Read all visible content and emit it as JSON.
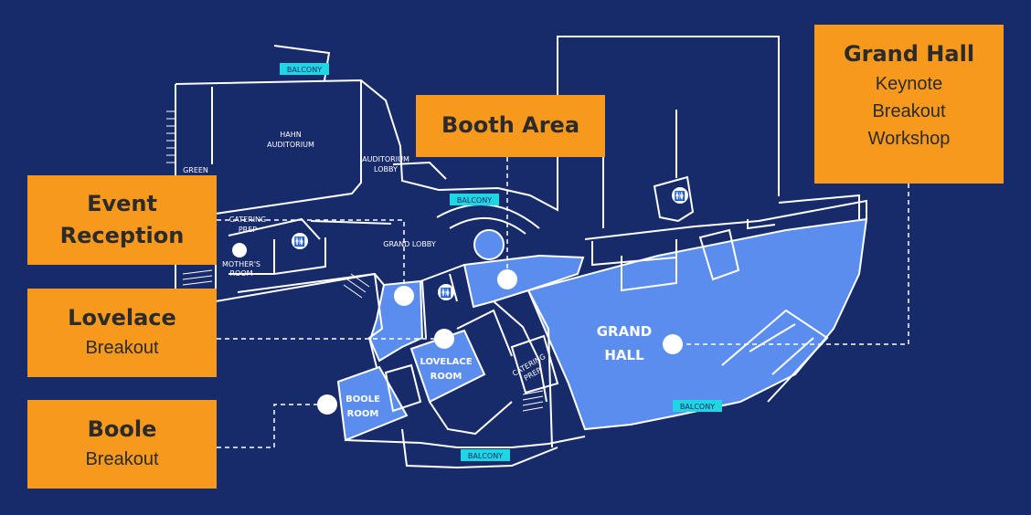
{
  "callouts": {
    "event_reception": {
      "title_line1": "Event",
      "title_line2": "Reception"
    },
    "lovelace": {
      "title": "Lovelace",
      "subtitle": "Breakout"
    },
    "boole": {
      "title": "Boole",
      "subtitle": "Breakout"
    },
    "booth_area": {
      "title": "Booth Area"
    },
    "grand_hall": {
      "title": "Grand Hall",
      "items": [
        "Keynote",
        "Breakout",
        "Workshop"
      ]
    }
  },
  "map_labels": {
    "hahn_1": "HAHN",
    "hahn_2": "AUDITORIUM",
    "green": "GREEN",
    "auditorium_lobby_1": "AUDITORIUM",
    "auditorium_lobby_2": "LOBBY",
    "catering_prep_1": "CATERING",
    "catering_prep_2": "PREP",
    "mothers_1": "MOTHER'S",
    "mothers_2": "ROOM",
    "grand_lobby": "GRAND LOBBY",
    "grand_hall_1": "GRAND",
    "grand_hall_2": "HALL",
    "lovelace_1": "LOVELACE",
    "lovelace_2": "ROOM",
    "boole_1": "BOOLE",
    "boole_2": "ROOM",
    "catering_2_1": "CATERING",
    "catering_2_2": "PREP"
  },
  "balconies": [
    "BALCONY",
    "BALCONY",
    "BALCONY",
    "BALCONY"
  ],
  "colors": {
    "background": "#172a6a",
    "highlight": "#5b8def",
    "callout": "#f7991c",
    "balcony": "#1fd6e4",
    "line": "#ffffff"
  }
}
